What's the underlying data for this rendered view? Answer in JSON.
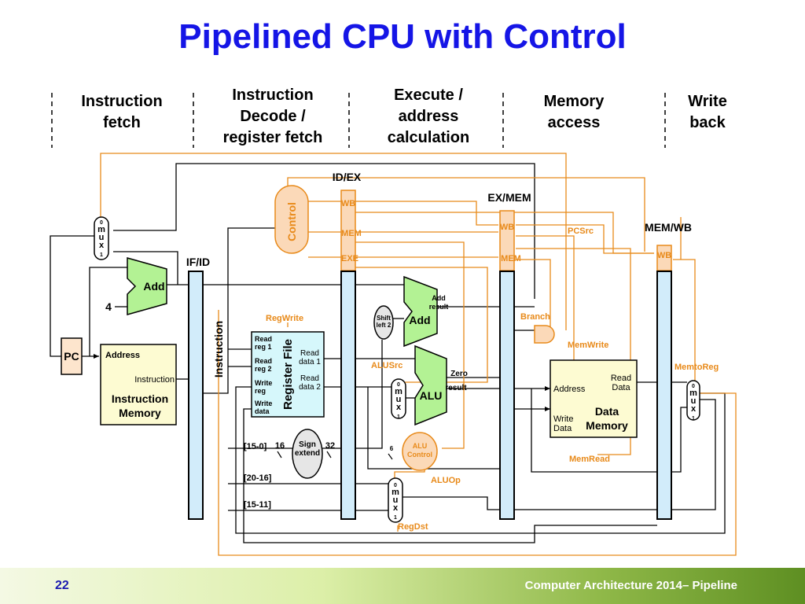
{
  "title": "Pipelined CPU with Control",
  "stages": [
    "Instruction\nfetch",
    "Instruction\nDecode /\nregister fetch",
    "Execute /\naddress\ncalculation",
    "Memory\naccess",
    "Write\nback"
  ],
  "registers": {
    "ifid": "IF/ID",
    "idex": "ID/EX",
    "exmem": "EX/MEM",
    "memwb": "MEM/WB"
  },
  "control": {
    "label": "Control",
    "wb": "WB",
    "mem": "MEM",
    "exe": "EXE"
  },
  "pc": "PC",
  "constant_four": "4",
  "adders": {
    "pc_add": "Add",
    "branch_add": "Add",
    "branch_add_result": "Add\nresult"
  },
  "shift": "Shift\nleft 2",
  "instruction_memory": {
    "address": "Address",
    "instruction": "Instruction",
    "title": "Instruction\nMemory"
  },
  "instruction_bus": "Instruction",
  "register_file": {
    "title": "Register File",
    "read_reg1": "Read\nreg 1",
    "read_reg2": "Read\nreg 2",
    "write_reg": "Write\nreg",
    "write_data": "Write\ndata",
    "read_data1": "Read\ndata 1",
    "read_data2": "Read\ndata 2"
  },
  "alu": {
    "label": "ALU",
    "zero": "Zero",
    "result": "result"
  },
  "alu_control": "ALU\nControl",
  "sign_extend": "Sign\nextend",
  "bit_widths": {
    "in": "16",
    "out": "32",
    "funct": "6"
  },
  "fields": {
    "imm": "[15-0]",
    "rt": "[20-16]",
    "rd": "[15-11]"
  },
  "data_memory": {
    "address": "Address",
    "read_data": "Read\nData",
    "write_data": "Write\nData",
    "title": "Data\nMemory"
  },
  "mux": {
    "top": "0",
    "letters": "m\nu\nx",
    "bottom": "1"
  },
  "signals": {
    "regwrite": "RegWrite",
    "alusrc": "ALUSrc",
    "aluop": "ALUOp",
    "regdst": "RegDst",
    "branch": "Branch",
    "pcsrc": "PCSrc",
    "memwrite": "MemWrite",
    "memread": "MemRead",
    "memtoreg": "MemtoReg"
  },
  "colors": {
    "title": "#1515e6",
    "control": "#e88a1a",
    "control_fill": "#fbd9b8",
    "green": "#b3f294",
    "register_fill": "#d2ecfa",
    "regfile_fill": "#d6f7fb",
    "memory_fill": "#fdfbd2",
    "pc_fill": "#fde5cd"
  },
  "footer": {
    "page": "22",
    "text": "Computer Architecture 2014– Pipeline"
  }
}
